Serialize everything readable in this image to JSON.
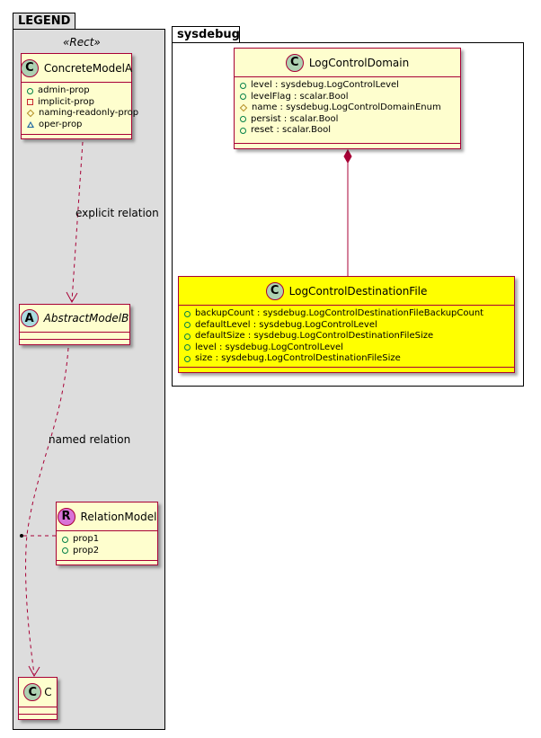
{
  "colors": {
    "border": "#a80036",
    "class_fill": "#fefece",
    "highlight_fill": "#ffff00",
    "legend_bg": "#dddddd",
    "circle_class": "#add1b2",
    "circle_abstract": "#a9dcdf",
    "circle_relation": "#d873d8"
  },
  "legend": {
    "package_title": "LEGEND",
    "stereotype": "«Rect»",
    "concrete": {
      "letter": "C",
      "name": "ConcreteModelA",
      "attributes": [
        {
          "visibility": "public",
          "text": "admin-prop"
        },
        {
          "visibility": "private",
          "text": "implicit-prop"
        },
        {
          "visibility": "protected",
          "text": "naming-readonly-prop"
        },
        {
          "visibility": "package",
          "text": "oper-prop"
        }
      ]
    },
    "abstract": {
      "letter": "A",
      "name": "AbstractModelB"
    },
    "relation_model": {
      "letter": "R",
      "name": "RelationModel",
      "attributes": [
        {
          "visibility": "public",
          "text": "prop1"
        },
        {
          "visibility": "public",
          "text": "prop2"
        }
      ]
    },
    "c_class": {
      "letter": "C",
      "name": "C"
    },
    "explicit_relation_label": "explicit relation",
    "named_relation_label": "named relation"
  },
  "sysdebug": {
    "package_title": "sysdebug",
    "domain": {
      "letter": "C",
      "name": "LogControlDomain",
      "attributes": [
        {
          "visibility": "public",
          "text": "level : sysdebug.LogControlLevel"
        },
        {
          "visibility": "public",
          "text": "levelFlag : scalar.Bool"
        },
        {
          "visibility": "protected",
          "text": "name : sysdebug.LogControlDomainEnum"
        },
        {
          "visibility": "public",
          "text": "persist : scalar.Bool"
        },
        {
          "visibility": "public",
          "text": "reset : scalar.Bool"
        }
      ]
    },
    "destination": {
      "letter": "C",
      "name": "LogControlDestinationFile",
      "attributes": [
        {
          "visibility": "public",
          "text": "backupCount : sysdebug.LogControlDestinationFileBackupCount"
        },
        {
          "visibility": "public",
          "text": "defaultLevel : sysdebug.LogControlLevel"
        },
        {
          "visibility": "public",
          "text": "defaultSize : sysdebug.LogControlDestinationFileSize"
        },
        {
          "visibility": "public",
          "text": "level : sysdebug.LogControlLevel"
        },
        {
          "visibility": "public",
          "text": "size : sysdebug.LogControlDestinationFileSize"
        }
      ]
    }
  }
}
